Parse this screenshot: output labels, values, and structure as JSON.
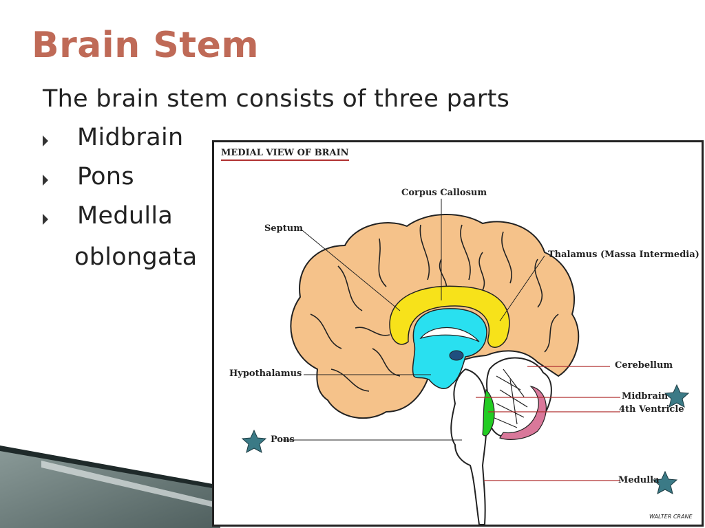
{
  "slide": {
    "title": "Brain Stem",
    "intro": "The brain stem consists of three parts",
    "bullets": [
      {
        "label": "Midbrain"
      },
      {
        "label": "Pons"
      },
      {
        "label": "Medulla"
      }
    ],
    "bullet_continuation": "oblongata"
  },
  "figure": {
    "title": "MEDIAL VIEW OF BRAIN",
    "labels": {
      "corpus_callosum": "Corpus Callosum",
      "septum": "Septum",
      "thalamus": "Thalamus (Massa Intermedia)",
      "hypothalamus": "Hypothalamus",
      "cerebellum": "Cerebellum",
      "midbrain": "Midbrain",
      "fourth_ventricle": "4th Ventricle",
      "pons": "Pons",
      "medulla": "Medulla"
    },
    "signature": "WALTER CRANE",
    "highlighted_labels": [
      "Midbrain",
      "Pons",
      "Medulla"
    ]
  },
  "colors": {
    "title": "#bf6a57",
    "cortex": "#f5c28a",
    "corpus_callosum": "#f7e21a",
    "ventricle": "#29e0f0",
    "fourth_ventricle": "#22cc22",
    "cerebellum_folia": "#d9789a",
    "star": "#3b7a86",
    "pointer_line": "#b03030"
  }
}
